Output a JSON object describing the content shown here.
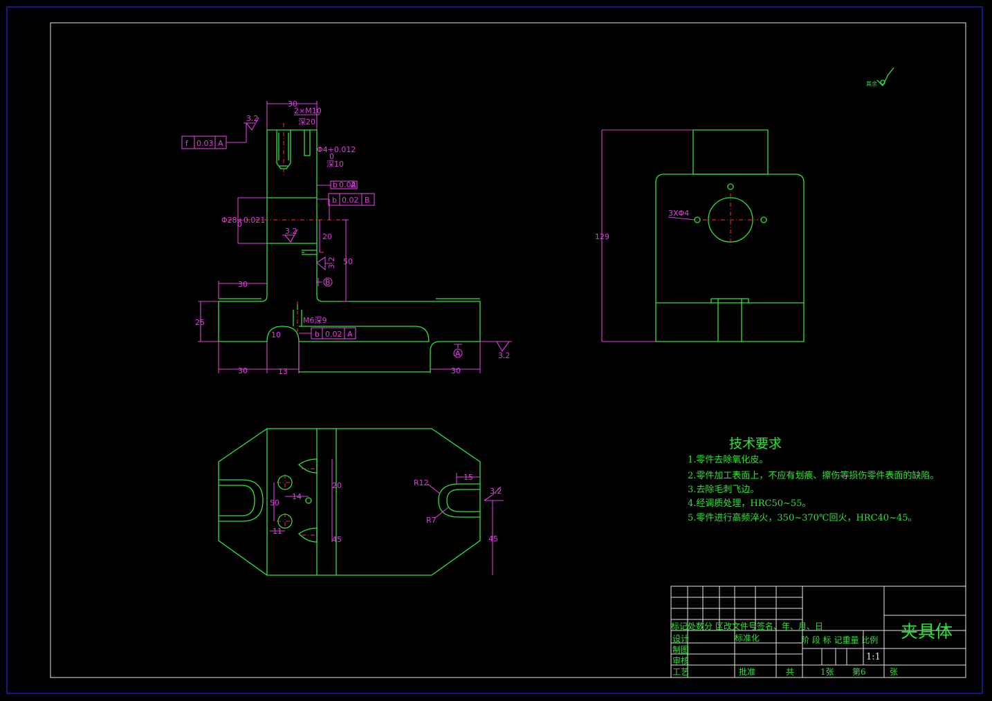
{
  "drawing": {
    "tech_req": {
      "title": "技术要求",
      "items": [
        "1.零件去除氧化皮。",
        "2.零件加工表面上，不应有划痕、擦伤等损伤零件表面的缺陷。",
        "3.去除毛刺飞边。",
        "4.经调质处理，HRC50~55。",
        "5.零件进行高频淬火，350~370℃回火，HRC40~45。"
      ]
    },
    "title_block": {
      "part_name": "夹具体",
      "scale": "1:1",
      "header_row": "标记处数分 区改文件号签名、年、月、日",
      "standardization": "标准化",
      "stage_row": "阶 段 标 记重量 比例",
      "design": "设计",
      "drafting": "制图",
      "review": "审核",
      "process": "工艺",
      "approve": "批准",
      "total": "共",
      "sheets": "1张",
      "sheet_no": "第6",
      "sheet_unit": "张"
    },
    "front_view": {
      "dim_30_top": "30",
      "thread": "2×M10",
      "depth20": "深20",
      "pin_hole": "Φ4+0.012",
      "pin_tol_low": "0",
      "depth10": "深10",
      "bore": "Φ28+0.021",
      "bore_tol_low": "0",
      "rough_top": "3.2",
      "rough_mid": "3.2",
      "rough_side": "3.2",
      "rough_base": "3.2",
      "gdt_flat": [
        "f",
        "0.03",
        "A"
      ],
      "gdt_perp": [
        "b",
        "0.02",
        "B"
      ],
      "gdt_small": [
        "b",
        "0.02",
        "A"
      ],
      "gdt_base": [
        "b",
        "0.02",
        "A"
      ],
      "datum_a": "A",
      "datum_b": "B",
      "dim_20": "20",
      "dim_50": "50",
      "dim_30_left": "30",
      "dim_25": "25",
      "dim_10": "10",
      "thread_small": "M6深9",
      "dim_30_bottom": "30",
      "dim_13": "13",
      "dim_30_right": "30"
    },
    "side_view": {
      "dim_129": "129",
      "holes": "3XΦ4"
    },
    "top_view": {
      "dim_20": "20",
      "dim_14": "14",
      "dim_50": "50",
      "dim_11": "11",
      "dim_45": "45",
      "r12": "R12",
      "r7": "R7",
      "dim_15": "15",
      "rough": "3.2",
      "dim_45_right": "45"
    },
    "corner_rough": "其余"
  }
}
